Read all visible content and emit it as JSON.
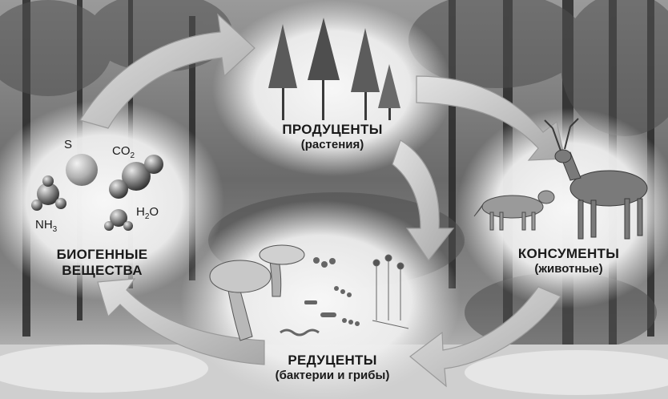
{
  "producers": {
    "title": "ПРОДУЦЕНТЫ",
    "subtitle": "(растения)"
  },
  "consumers": {
    "title": "КОНСУМЕНТЫ",
    "subtitle": "(животные)"
  },
  "decomposers": {
    "title": "РЕДУЦЕНТЫ",
    "subtitle": "(бактерии и грибы)"
  },
  "biogenic": {
    "line1": "БИОГЕННЫЕ",
    "line2": "ВЕЩЕСТВА"
  },
  "molecules": {
    "sulfur": "S",
    "co2_base": "CO",
    "co2_sub": "2",
    "nh3_base": "NH",
    "nh3_sub": "3",
    "h2o_base": "H",
    "h2o_sub": "2",
    "h2o_tail": "O"
  },
  "colors": {
    "forest_dark": "#3c3c3c",
    "forest_mid": "#6e6e6e",
    "glow": "#f4f4f4",
    "arrow": "#c8c8c8"
  }
}
